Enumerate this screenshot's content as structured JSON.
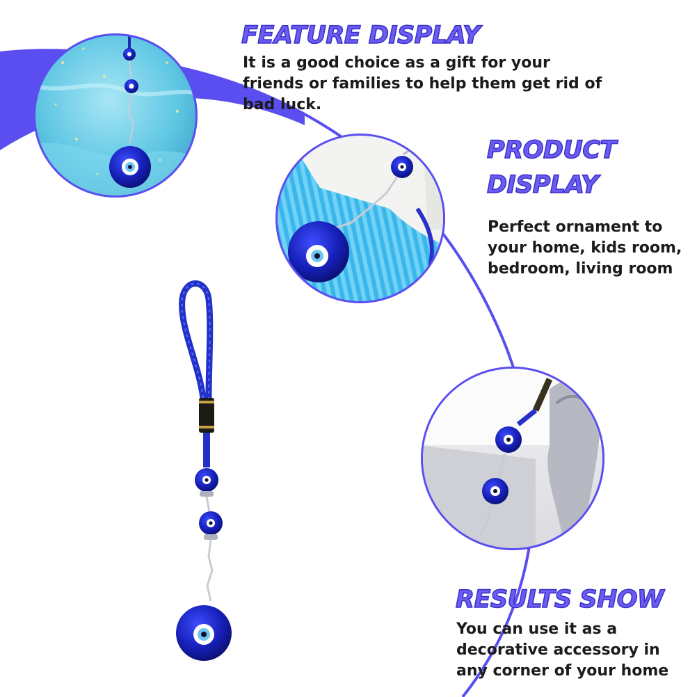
{
  "colors": {
    "accent": "#5a4ef0",
    "heading_fill": "#6b5cf2",
    "heading_stroke": "#3a2fc8",
    "text": "#1b1b1b"
  },
  "sections": [
    {
      "title": "FEATURE DISPLAY",
      "description": "It is a good choice as a gift for your friends or families to help them get rid of bad luck."
    },
    {
      "title_line1": "PRODUCT",
      "title_line2": "DISPLAY",
      "description": "Perfect ornament to your home, kids room, bedroom, living room"
    },
    {
      "title": "RESULTS SHOW",
      "description": "You can use it as a decorative accessory in any corner of your home"
    }
  ],
  "images": [
    {
      "icon": "evil-eye-on-blue-tulle-photo"
    },
    {
      "icon": "evil-eye-on-blue-corrugated-card-photo"
    },
    {
      "icon": "evil-eye-with-silver-elephant-photo"
    },
    {
      "icon": "evil-eye-hanging-ornament-photo"
    }
  ]
}
